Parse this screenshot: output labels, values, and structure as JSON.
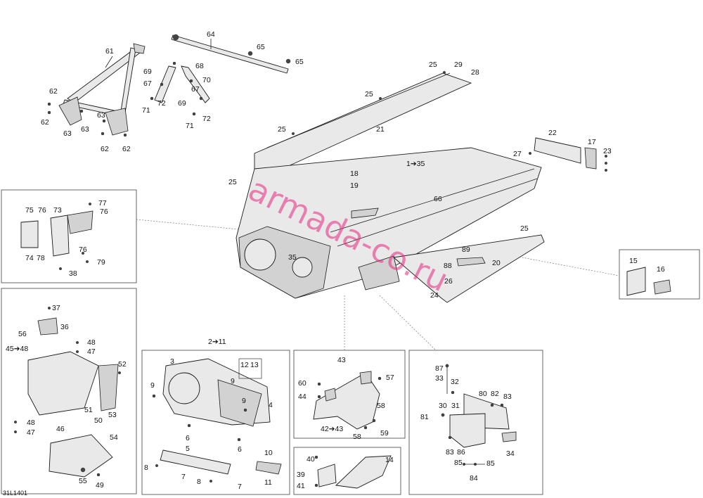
{
  "diagram": {
    "code": "31L1401",
    "watermark": "armada-co.ru",
    "labels": {
      "l61": "61",
      "l62a": "62",
      "l62b": "62",
      "l62c": "62",
      "l62d": "62",
      "l63a": "63",
      "l63b": "63",
      "l63c": "63",
      "l64": "64",
      "l65a": "65",
      "l65b": "65",
      "l69a": "69",
      "l69b": "69",
      "l68": "68",
      "l70": "70",
      "l67a": "67",
      "l67b": "67",
      "l72a": "72",
      "l72b": "72",
      "l71a": "71",
      "l71b": "71",
      "l25a": "25",
      "l25b": "25",
      "l25c": "25",
      "l25d": "25",
      "l25e": "25",
      "l29": "29",
      "l28": "28",
      "l21": "21",
      "l22": "22",
      "l27": "27",
      "l17": "17",
      "l23": "23",
      "l1_35": "1➔35",
      "l18": "18",
      "l19": "19",
      "l66": "66",
      "l35": "35",
      "l89": "89",
      "l88": "88",
      "l20": "20",
      "l26": "26",
      "l24": "24",
      "l15": "15",
      "l16": "16",
      "l75": "75",
      "l76a": "76",
      "l73": "73",
      "l77": "77",
      "l76b": "76",
      "l74": "74",
      "l78": "78",
      "l76c": "76",
      "l79": "79",
      "l38": "38",
      "l37": "37",
      "l36": "36",
      "l56": "56",
      "l45_48": "45➔48",
      "l48a": "48",
      "l47a": "47",
      "l52": "52",
      "l51": "51",
      "l50": "50",
      "l53": "53",
      "l48b": "48",
      "l47b": "47",
      "l46": "46",
      "l54": "54",
      "l55": "55",
      "l49": "49",
      "l2_11": "2➔11",
      "l3": "3",
      "l12": "12",
      "l13": "13",
      "l9a": "9",
      "l9b": "9",
      "l9c": "9",
      "l4": "4",
      "l6a": "6",
      "l6b": "6",
      "l5": "5",
      "l8a": "8",
      "l7a": "7",
      "l8b": "8",
      "l7b": "7",
      "l10": "10",
      "l11": "11",
      "l43": "43",
      "l57": "57",
      "l60": "60",
      "l44": "44",
      "l58a": "58",
      "l42_43": "42➔43",
      "l58b": "58",
      "l59": "59",
      "l40": "40",
      "l14": "14",
      "l39": "39",
      "l41": "41",
      "l87": "87",
      "l33": "33",
      "l32": "32",
      "l80": "80",
      "l82": "82",
      "l83a": "83",
      "l30": "30",
      "l31": "31",
      "l81": "81",
      "l83b": "83",
      "l86": "86",
      "l34": "34",
      "l85a": "85",
      "l85b": "85",
      "l84": "84"
    }
  }
}
